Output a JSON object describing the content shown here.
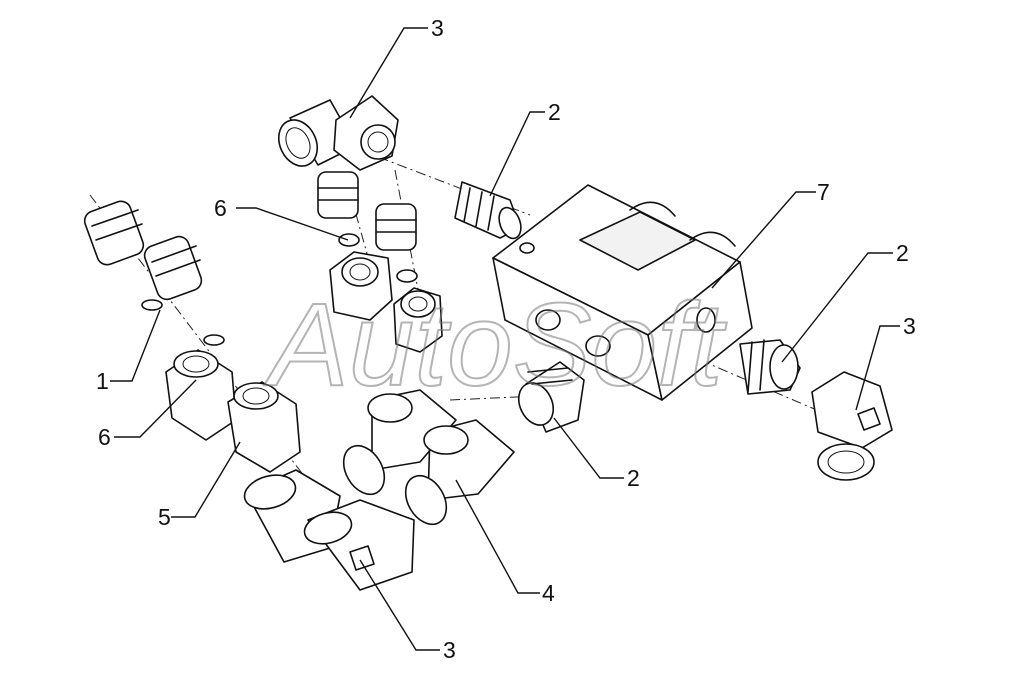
{
  "watermark": {
    "text": "AutoSoft"
  },
  "callouts": [
    {
      "id": "c-top-3",
      "label": "3"
    },
    {
      "id": "c-top-2",
      "label": "2"
    },
    {
      "id": "c-6-a",
      "label": "6"
    },
    {
      "id": "c-7",
      "label": "7"
    },
    {
      "id": "c-right-2",
      "label": "2"
    },
    {
      "id": "c-right-3",
      "label": "3"
    },
    {
      "id": "c-1",
      "label": "1"
    },
    {
      "id": "c-6-b",
      "label": "6"
    },
    {
      "id": "c-5",
      "label": "5"
    },
    {
      "id": "c-mid-2",
      "label": "2"
    },
    {
      "id": "c-4",
      "label": "4"
    },
    {
      "id": "c-bottom-3",
      "label": "3"
    }
  ]
}
